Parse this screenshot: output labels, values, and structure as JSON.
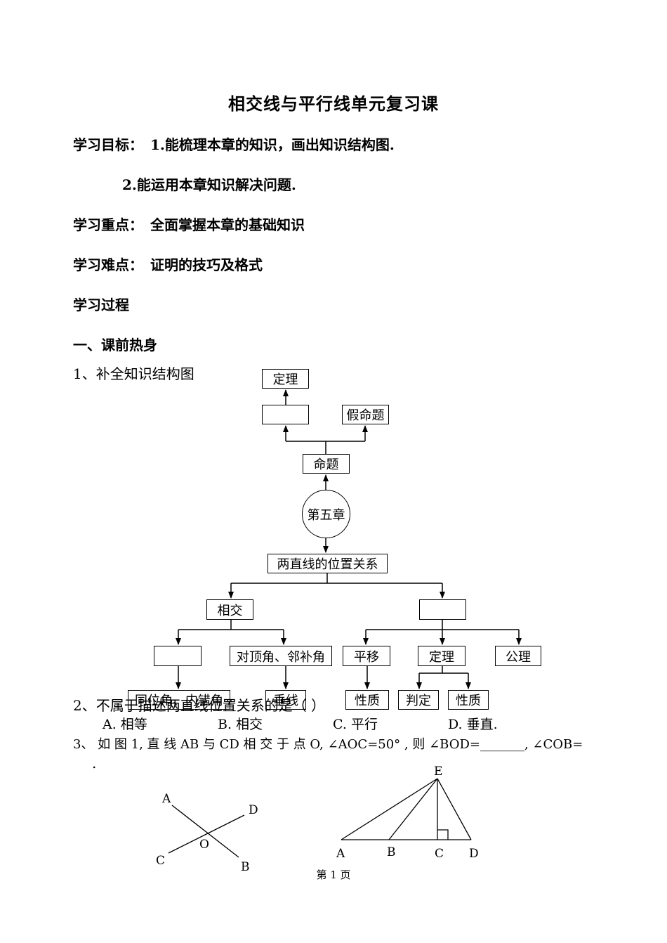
{
  "title": "相交线与平行线单元复习课",
  "objectives": {
    "label": "学习目标：",
    "item1": "1.能梳理本章的知识，画出知识结构图.",
    "item2": "2.能运用本章知识解决问题."
  },
  "keypoint": {
    "label": "学习重点：",
    "text": "全面掌握本章的基础知识"
  },
  "difficulty": {
    "label": "学习难点：",
    "text": "证明的技巧及格式"
  },
  "process": "学习过程",
  "section1": "一、课前热身",
  "q1": "1、补全知识结构图",
  "diagram": {
    "theorem_top": "定理",
    "blank_true": "",
    "false_prop": "假命题",
    "proposition": "命题",
    "chapter": "第五章",
    "two_lines": "两直线的位置关系",
    "intersect": "相交",
    "blank_parallel": "",
    "blank_left": "",
    "vertical_adj": "对顶角、邻补角",
    "translation": "平移",
    "theorem": "定理",
    "axiom": "公理",
    "bottom_left1": "同位角、内错角",
    "bottom_left2": "垂线",
    "property1": "性质",
    "judge": "判定",
    "property2": "性质"
  },
  "q2": {
    "stem": "2、不属于描述两直线位置关系的是（      ）",
    "options": [
      "A.  相等",
      "B.  相交",
      "C.  平行",
      "D.  垂直."
    ]
  },
  "q3": {
    "stem": "3、 如 图 1, 直 线 AB 与 CD 相 交 于 点 O, ∠AOC=50° , 则 ∠BOD=_______, ∠COB=",
    "tail": "."
  },
  "figure1": {
    "A": "A",
    "B": "B",
    "C": "C",
    "D": "D",
    "O": "O"
  },
  "figure2": {
    "E": "E",
    "A": "A",
    "B": "B",
    "C": "C",
    "D": "D"
  },
  "footer": "第 1 页"
}
